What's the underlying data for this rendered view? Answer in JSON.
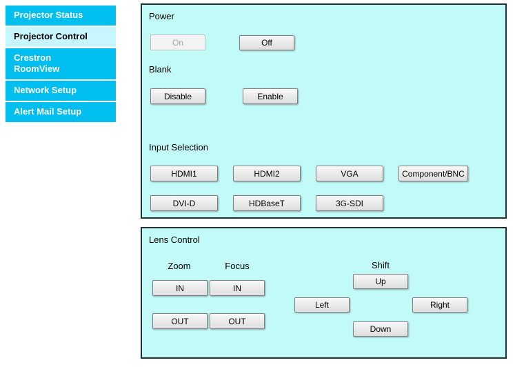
{
  "colors": {
    "sidebar_bg": "#00bff0",
    "sidebar_selected_bg": "#c8f6ff",
    "sidebar_text": "#ffffff",
    "sidebar_selected_text": "#000000",
    "panel_bg": "#c2faf8",
    "panel_border": "#213030",
    "button_border": "#818181",
    "disabled_text": "#a5a5a5"
  },
  "sidebar": {
    "items": [
      {
        "label": "Projector Status",
        "selected": false
      },
      {
        "label": "Projector Control",
        "selected": true
      },
      {
        "label": "Crestron\nRoomView",
        "selected": false
      },
      {
        "label": "Network Setup",
        "selected": false
      },
      {
        "label": "Alert Mail Setup",
        "selected": false
      }
    ]
  },
  "control_panel": {
    "power": {
      "label": "Power",
      "on_label": "On",
      "off_label": "Off",
      "on_disabled": true
    },
    "blank": {
      "label": "Blank",
      "disable_label": "Disable",
      "enable_label": "Enable"
    },
    "input_selection": {
      "label": "Input Selection",
      "row1": [
        "HDMI1",
        "HDMI2",
        "VGA",
        "Component/BNC"
      ],
      "row2": [
        "DVI-D",
        "HDBaseT",
        "3G-SDI"
      ]
    }
  },
  "lens_panel": {
    "label": "Lens Control",
    "zoom": {
      "label": "Zoom",
      "in_label": "IN",
      "out_label": "OUT"
    },
    "focus": {
      "label": "Focus",
      "in_label": "IN",
      "out_label": "OUT"
    },
    "shift": {
      "label": "Shift",
      "up_label": "Up",
      "left_label": "Left",
      "right_label": "Right",
      "down_label": "Down"
    }
  }
}
